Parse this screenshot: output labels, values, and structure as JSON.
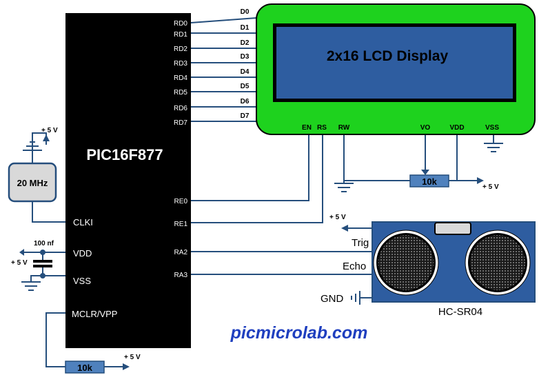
{
  "chip": {
    "name": "PIC16F877",
    "pins_right": [
      "RD0",
      "RD1",
      "RD2",
      "RD3",
      "RD4",
      "RD5",
      "RD6",
      "RD7",
      "RE0",
      "RE1",
      "RA2",
      "RA3"
    ],
    "pins_left": [
      "CLKI",
      "VDD",
      "VSS",
      "MCLR/VPP"
    ]
  },
  "lcd": {
    "title": "2x16 LCD Display",
    "data_lines": [
      "D0",
      "D1",
      "D2",
      "D3",
      "D4",
      "D5",
      "D6",
      "D7"
    ],
    "pins": [
      "EN",
      "RS",
      "RW",
      "VO",
      "VDD",
      "VSS"
    ],
    "pot_label": "10k",
    "pot_vcc": "+ 5 V"
  },
  "sensor": {
    "name": "HC-SR04",
    "trig": "Trig",
    "echo": "Echo",
    "gnd": "GND",
    "vcc": "+ 5 V"
  },
  "crystal": {
    "frequency": "20 MHz",
    "vcc": "+ 5 V"
  },
  "capacitor": {
    "value": "100 nf",
    "vcc": "+ 5 V"
  },
  "mclr": {
    "resistor": "10k",
    "vcc": "+ 5 V"
  },
  "footer": {
    "website": "picmicrolab.com"
  }
}
